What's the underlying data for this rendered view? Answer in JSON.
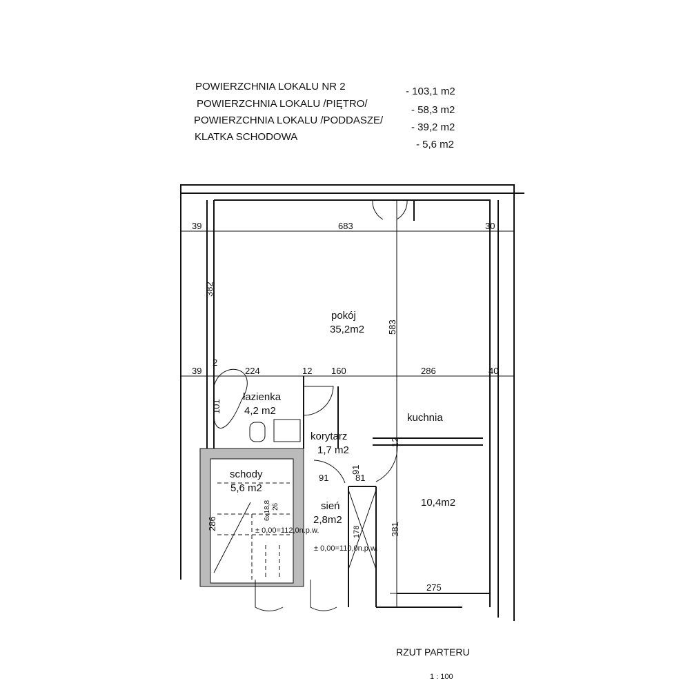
{
  "summary": [
    {
      "label": "POWIERZCHNIA LOKALU  NR 2",
      "value": "- 103,1  m2"
    },
    {
      "label": "POWIERZCHNIA LOKALU  /PIĘTRO/",
      "value": "- 58,3 m2"
    },
    {
      "label": "POWIERZCHNIA LOKALU  /PODDASZE/",
      "value": "- 39,2 m2"
    },
    {
      "label": "KLATKA SCHODOWA",
      "value": "- 5,6 m2"
    }
  ],
  "rooms": {
    "pokoj": {
      "name": "pokój",
      "area": "35,2m2"
    },
    "lazienka": {
      "name": "łazienka",
      "area": "4,2 m2"
    },
    "korytarz": {
      "name": "korytarz",
      "area": "1,7 m2"
    },
    "schody": {
      "name": "schody",
      "area": "5,6 m2"
    },
    "sien": {
      "name": "sień",
      "area": "2,8m2"
    },
    "kuchnia": {
      "name": "kuchnia",
      "area": "10,4m2"
    }
  },
  "dimensions": {
    "top_left": "39",
    "top_mid": "683",
    "top_right": "30",
    "left_vertical": "382",
    "pokoj_vertical": "583",
    "mid_a": "39",
    "mid_b": "2",
    "mid_c": "224",
    "mid_d": "12",
    "mid_e": "160",
    "mid_f": "286",
    "mid_g": "40",
    "bath_vertical": "101",
    "stairs_vertical": "286",
    "stairs_steps": "6x18,8",
    "stairs_w": "26",
    "door_91": "91",
    "door_91v": "91",
    "door_81": "81",
    "vert_12": "12",
    "sien_vertical": "381",
    "kitchen_bottom": "275",
    "sien_178": "178",
    "level_1": "± 0,00=112,0n.p.w.",
    "level_2": "± 0,00=110,0n.p.w."
  },
  "footer": {
    "title": "RZUT  PARTERU",
    "scale": "1 : 100"
  }
}
